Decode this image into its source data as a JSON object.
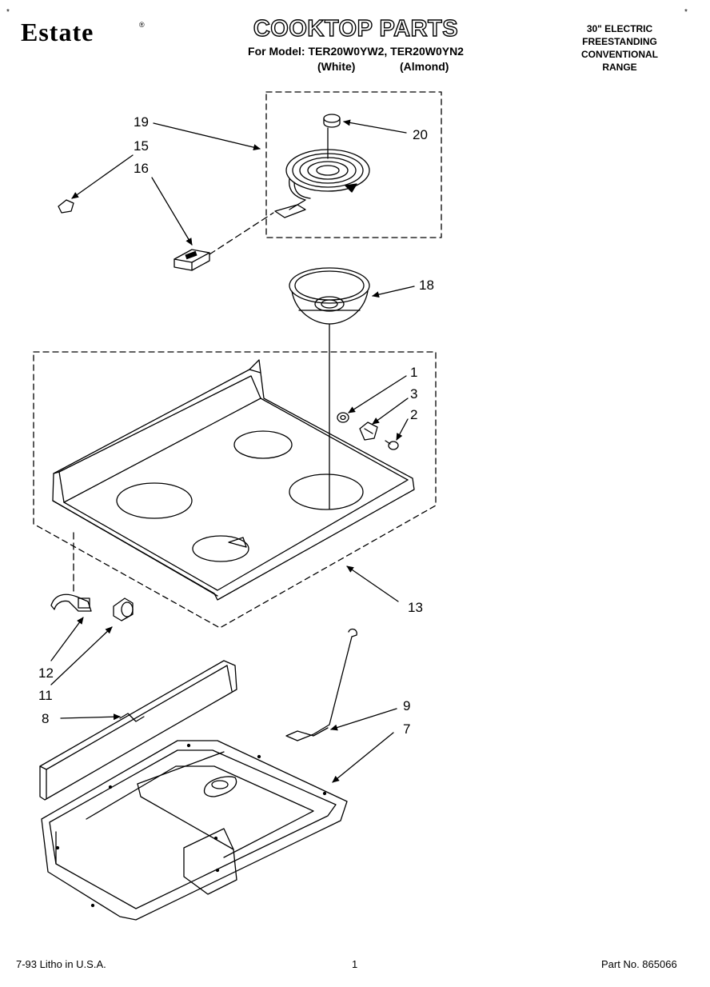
{
  "header": {
    "brand": "Estate",
    "brand_mark": "®",
    "title": "COOKTOP PARTS",
    "model_line": "For Model: TER20W0YW2, TER20W0YN2",
    "variant_white": "(White)",
    "variant_almond": "(Almond)",
    "range_info": [
      "30\" ELECTRIC",
      "FREESTANDING",
      "CONVENTIONAL",
      "RANGE"
    ],
    "corner_mark_left": "*",
    "corner_mark_right": "*"
  },
  "callouts": {
    "c1": "1",
    "c2": "2",
    "c3": "3",
    "c7": "7",
    "c8": "8",
    "c9": "9",
    "c11": "11",
    "c12": "12",
    "c13": "13",
    "c15": "15",
    "c16": "16",
    "c18": "18",
    "c19": "19",
    "c20": "20"
  },
  "footer": {
    "left": "7-93 Litho in U.S.A.",
    "page": "1",
    "part_no": "Part No. 865066"
  }
}
